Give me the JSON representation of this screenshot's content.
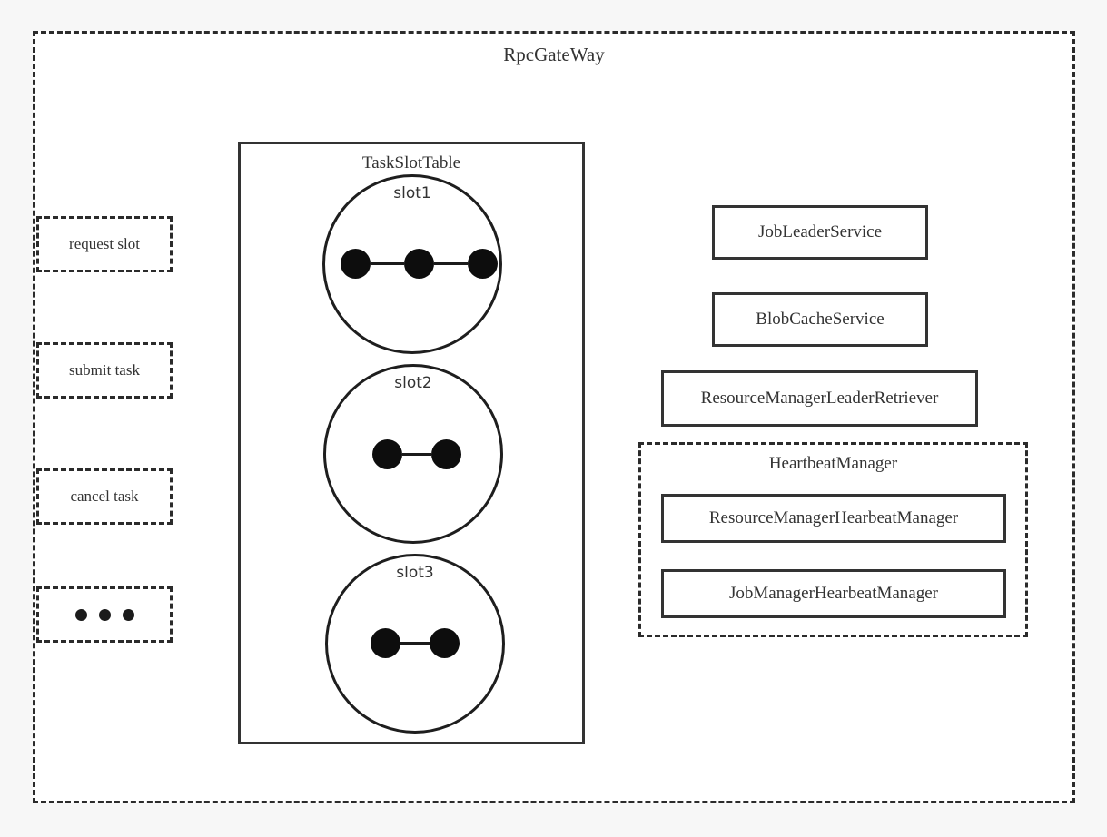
{
  "diagram": {
    "title": "RpcGateWay",
    "rpc_methods": [
      {
        "label": "request slot"
      },
      {
        "label": "submit task"
      },
      {
        "label": "cancel task"
      },
      {
        "label": "",
        "icon": "ellipsis-dots",
        "dots": 3
      }
    ],
    "task_slot_table": {
      "title": "TaskSlotTable",
      "slots": [
        {
          "label": "slot1",
          "node_count": 3
        },
        {
          "label": "slot2",
          "node_count": 2
        },
        {
          "label": "slot3",
          "node_count": 2
        }
      ]
    },
    "services": [
      {
        "label": "JobLeaderService"
      },
      {
        "label": "BlobCacheService"
      },
      {
        "label": "ResourceManagerLeaderRetriever"
      }
    ],
    "heartbeat_manager": {
      "title": "HeartbeatManager",
      "items": [
        {
          "label": "ResourceManagerHearbeatManager"
        },
        {
          "label": "JobManagerHearbeatManager"
        }
      ]
    },
    "colors": {
      "page_background": "#f7f7f7",
      "panel_background": "#ffffff",
      "stroke": "#333333",
      "dashed_stroke": "#2b2b2b",
      "node_fill": "#0d0d0d",
      "text": "#333333"
    }
  }
}
